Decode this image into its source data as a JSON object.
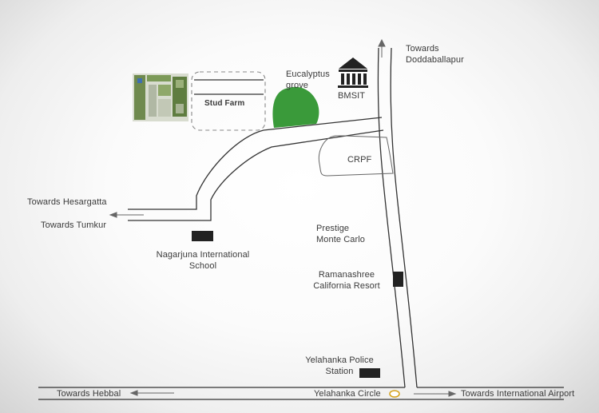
{
  "map": {
    "labels": {
      "towards_doddaballapur_1": "Towards",
      "towards_doddaballapur_2": "Doddaballapur",
      "eucalyptus_1": "Eucalyptus",
      "eucalyptus_2": "grove",
      "bmsit": "BMSIT",
      "stud_farm": "Stud Farm",
      "crpf": "CRPF",
      "towards_hesargatta": "Towards Hesargatta",
      "towards_tumkur": "Towards Tumkur",
      "prestige_1": "Prestige",
      "prestige_2": "Monte Carlo",
      "nagarjuna_1": "Nagarjuna International",
      "nagarjuna_2": "School",
      "ramanashree_1": "Ramanashree",
      "ramanashree_2": "California Resort",
      "police_1": "Yelahanka Police",
      "police_2": "Station",
      "towards_hebbal": "Towards Hebbal",
      "yelahanka_circle": "Yelahanka Circle",
      "towards_airport": "Towards International Airport"
    },
    "colors": {
      "road": "#333333",
      "grove": "#3a9a3a",
      "landmark_box": "#222222",
      "circle_marker": "#d4a017"
    },
    "icons": [
      "museum-icon",
      "site-plan-thumbnail",
      "arrow-left-icon",
      "arrow-right-icon",
      "arrow-up-icon"
    ]
  }
}
